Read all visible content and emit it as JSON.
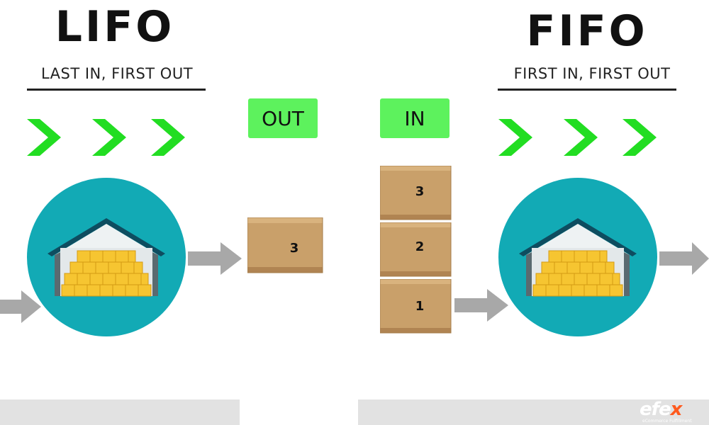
{
  "lifo": {
    "title": "LIFO",
    "subtitle": "LAST IN, FIRST OUT",
    "tag": "OUT",
    "box_label": "3"
  },
  "fifo": {
    "title": "FIFO",
    "subtitle": "FIRST IN, FIRST OUT",
    "tag": "IN",
    "box_labels": [
      "3",
      "2",
      "1"
    ]
  },
  "logo": {
    "text_main": "efe",
    "text_accent": "x",
    "tagline": "eCommerce Fulfillment"
  },
  "colors": {
    "accent_green": "#5df25d",
    "chevron_green": "#22dd22",
    "circle_teal": "#12aab5",
    "arrow_gray": "#a8a8a8",
    "box_brown": "#c9a06a",
    "logo_orange": "#ff5a1f"
  }
}
